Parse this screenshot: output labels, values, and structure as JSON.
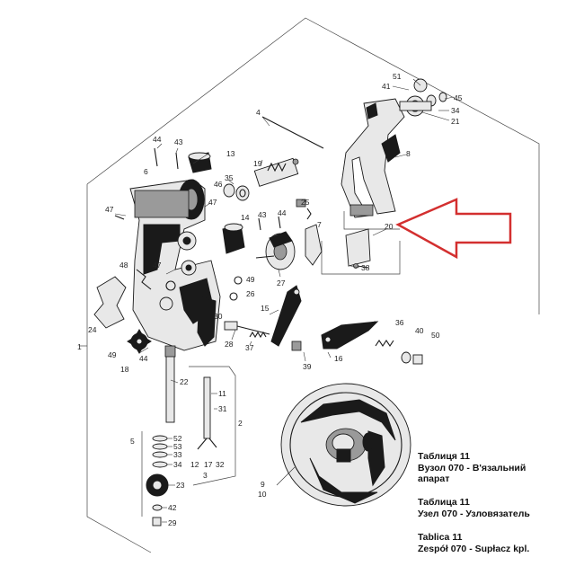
{
  "arrow_color": "#d32f2f",
  "captions": [
    {
      "table": "Таблиця 11",
      "assembly": "Вузол 070 - В'язальний апарат"
    },
    {
      "table": "Таблица 11",
      "assembly": "Узел 070 - Узловязатель"
    },
    {
      "table": "Tablica 11",
      "assembly": "Zespół 070 - Supłacz kpl."
    }
  ],
  "labels": {
    "p1": "1",
    "p2": "2",
    "p3": "3",
    "p4": "4",
    "p5": "5",
    "p6": "6",
    "p7": "7",
    "p8": "8",
    "p9": "9",
    "p10": "10",
    "p11": "11",
    "p12": "12",
    "p13": "13",
    "p14": "14",
    "p15": "15",
    "p16": "16",
    "p17": "17",
    "p18": "18",
    "p19": "19",
    "p20": "20",
    "p21": "21",
    "p22": "22",
    "p23": "23",
    "p24": "24",
    "p25": "25",
    "p26": "26",
    "p27": "27",
    "p28": "28",
    "p29": "29",
    "p30": "30",
    "p31": "31",
    "p32": "32",
    "p33": "33",
    "p34": "34",
    "p34b": "34",
    "p35": "35",
    "p36": "36",
    "p37": "37",
    "p38": "38",
    "p39": "39",
    "p40": "40",
    "p41": "41",
    "p42": "42",
    "p43": "43",
    "p43b": "43",
    "p44": "44",
    "p44b": "44",
    "p44c": "44",
    "p45": "45",
    "p46": "46",
    "p47": "47",
    "p47b": "47",
    "p47c": "47",
    "p48": "48",
    "p49": "49",
    "p49b": "49",
    "p50": "50",
    "p51": "51",
    "p52": "52",
    "p53": "53"
  }
}
